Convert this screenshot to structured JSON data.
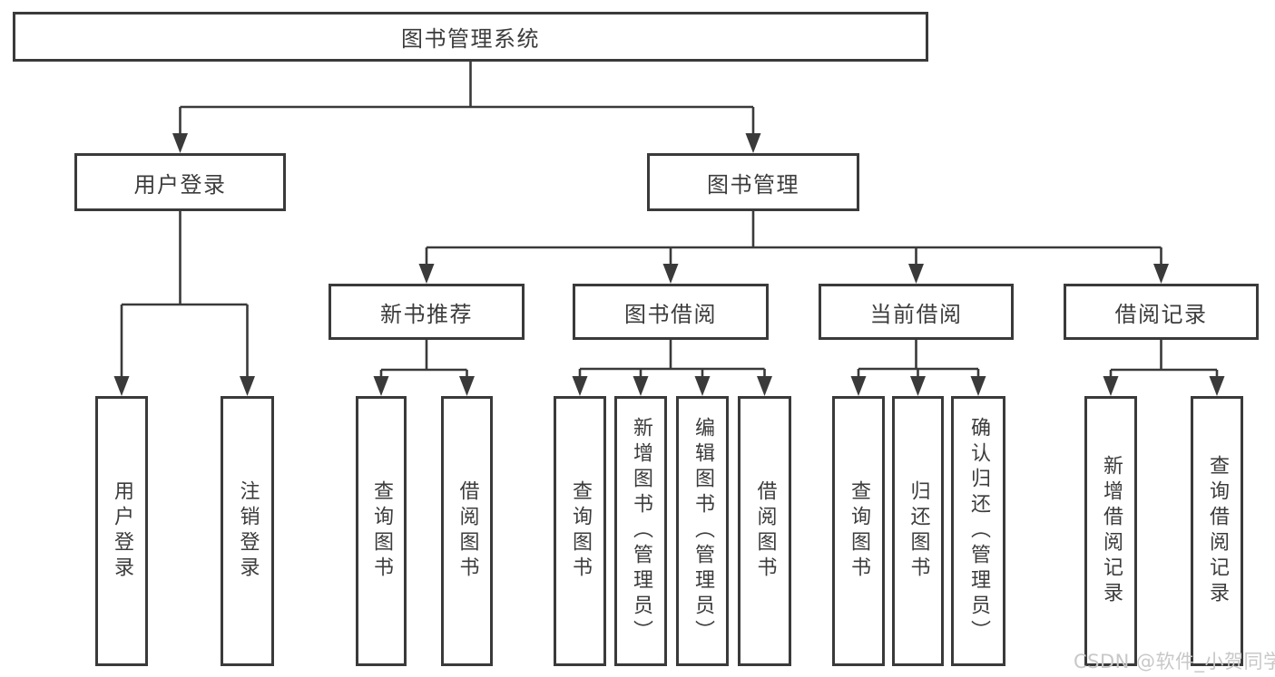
{
  "colors": {
    "line": "#3a3a3a",
    "text": "#3c3c3c",
    "watermark": "#c8c8c8",
    "background": "#ffffff"
  },
  "watermark": {
    "text": "CSDN @软件_小贺同学"
  },
  "tree": {
    "root": {
      "label": "图书管理系统"
    },
    "children": [
      {
        "label": "用户登录",
        "children": [
          {
            "label": "用户登录"
          },
          {
            "label": "注销登录"
          }
        ]
      },
      {
        "label": "图书管理",
        "children": [
          {
            "label": "新书推荐",
            "children": [
              {
                "label": "查询图书"
              },
              {
                "label": "借阅图书"
              }
            ]
          },
          {
            "label": "图书借阅",
            "children": [
              {
                "label": "查询图书"
              },
              {
                "label": "新增图书（管理员）"
              },
              {
                "label": "编辑图书（管理员）"
              },
              {
                "label": "借阅图书"
              }
            ]
          },
          {
            "label": "当前借阅",
            "children": [
              {
                "label": "查询图书"
              },
              {
                "label": "归还图书"
              },
              {
                "label": "确认归还（管理员）"
              }
            ]
          },
          {
            "label": "借阅记录",
            "children": [
              {
                "label": "新增借阅记录"
              },
              {
                "label": "查询借阅记录"
              }
            ]
          }
        ]
      }
    ]
  }
}
